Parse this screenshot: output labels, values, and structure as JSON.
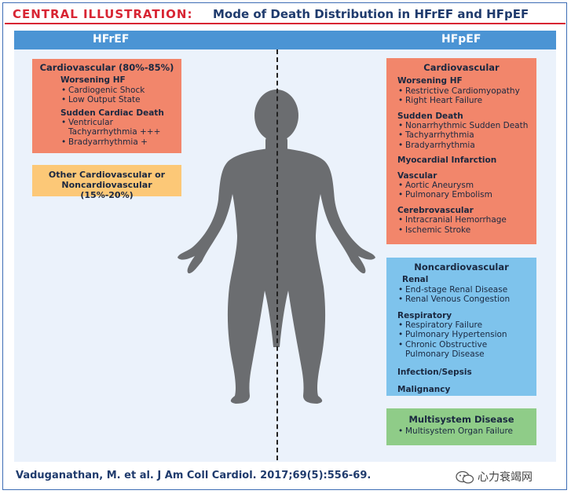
{
  "title": {
    "label": "CENTRAL ILLUSTRATION:",
    "text": "Mode of Death Distribution in HFrEF and HFpEF"
  },
  "headers": {
    "left": "HFrEF",
    "right": "HFpEF"
  },
  "hfref": {
    "cardio": {
      "title": "Cardiovascular (80%-85%)",
      "worsening_title": "Worsening HF",
      "worsening_items": [
        "Cardiogenic Shock",
        "Low Output State"
      ],
      "scd_title": "Sudden Cardiac Death",
      "scd_item1_line1": "Ventricular",
      "scd_item1_line2": "Tachyarrhythmia +++",
      "scd_item2": "Bradyarrhythmia +"
    },
    "other": {
      "line1": "Other Cardiovascular or",
      "line2": "Noncardiovascular (15%-20%)"
    }
  },
  "hfpef": {
    "cardio": {
      "title": "Cardiovascular",
      "sections": [
        {
          "title": "Worsening HF",
          "items": [
            "Restrictive Cardiomyopathy",
            "Right Heart Failure"
          ]
        },
        {
          "title": "Sudden Death",
          "items": [
            "Nonarrhythmic Sudden Death",
            "Tachyarrhythmia",
            "Bradyarrhythmia"
          ]
        },
        {
          "title": "Myocardial Infarction",
          "items": []
        },
        {
          "title": "Vascular",
          "items": [
            "Aortic Aneurysm",
            "Pulmonary Embolism"
          ]
        },
        {
          "title": "Cerebrovascular",
          "items": [
            "Intracranial Hemorrhage",
            "Ischemic Stroke"
          ]
        }
      ]
    },
    "noncardio": {
      "title": "Noncardiovascular",
      "renal_title": "Renal",
      "renal_items": [
        "End-stage Renal Disease",
        "Renal Venous Congestion"
      ],
      "resp_title": "Respiratory",
      "resp_items": [
        "Respiratory Failure",
        "Pulmonary Hypertension",
        "Chronic Obstructive"
      ],
      "resp_item3_cont": "Pulmonary Disease",
      "infection": "Infection/Sepsis",
      "malignancy": "Malignancy"
    },
    "multisystem": {
      "title": "Multisystem Disease",
      "items": [
        "Multisystem Organ Failure"
      ]
    }
  },
  "citation": "Vaduganathan, M. et al. J Am Coll Cardiol. 2017;69(5):556-69.",
  "watermark": "心力衰竭网",
  "colors": {
    "title_red": "#d82533",
    "header_blue": "#4b94d4",
    "cardio_orange": "#f2866b",
    "other_yellow": "#fcc877",
    "noncardio_blue": "#7ec3ec",
    "multisystem_green": "#8fcc88",
    "figure_gray": "#6b6d70"
  },
  "icons": {
    "body_figure": "human-silhouette",
    "watermark_icon": "wechat-icon"
  }
}
